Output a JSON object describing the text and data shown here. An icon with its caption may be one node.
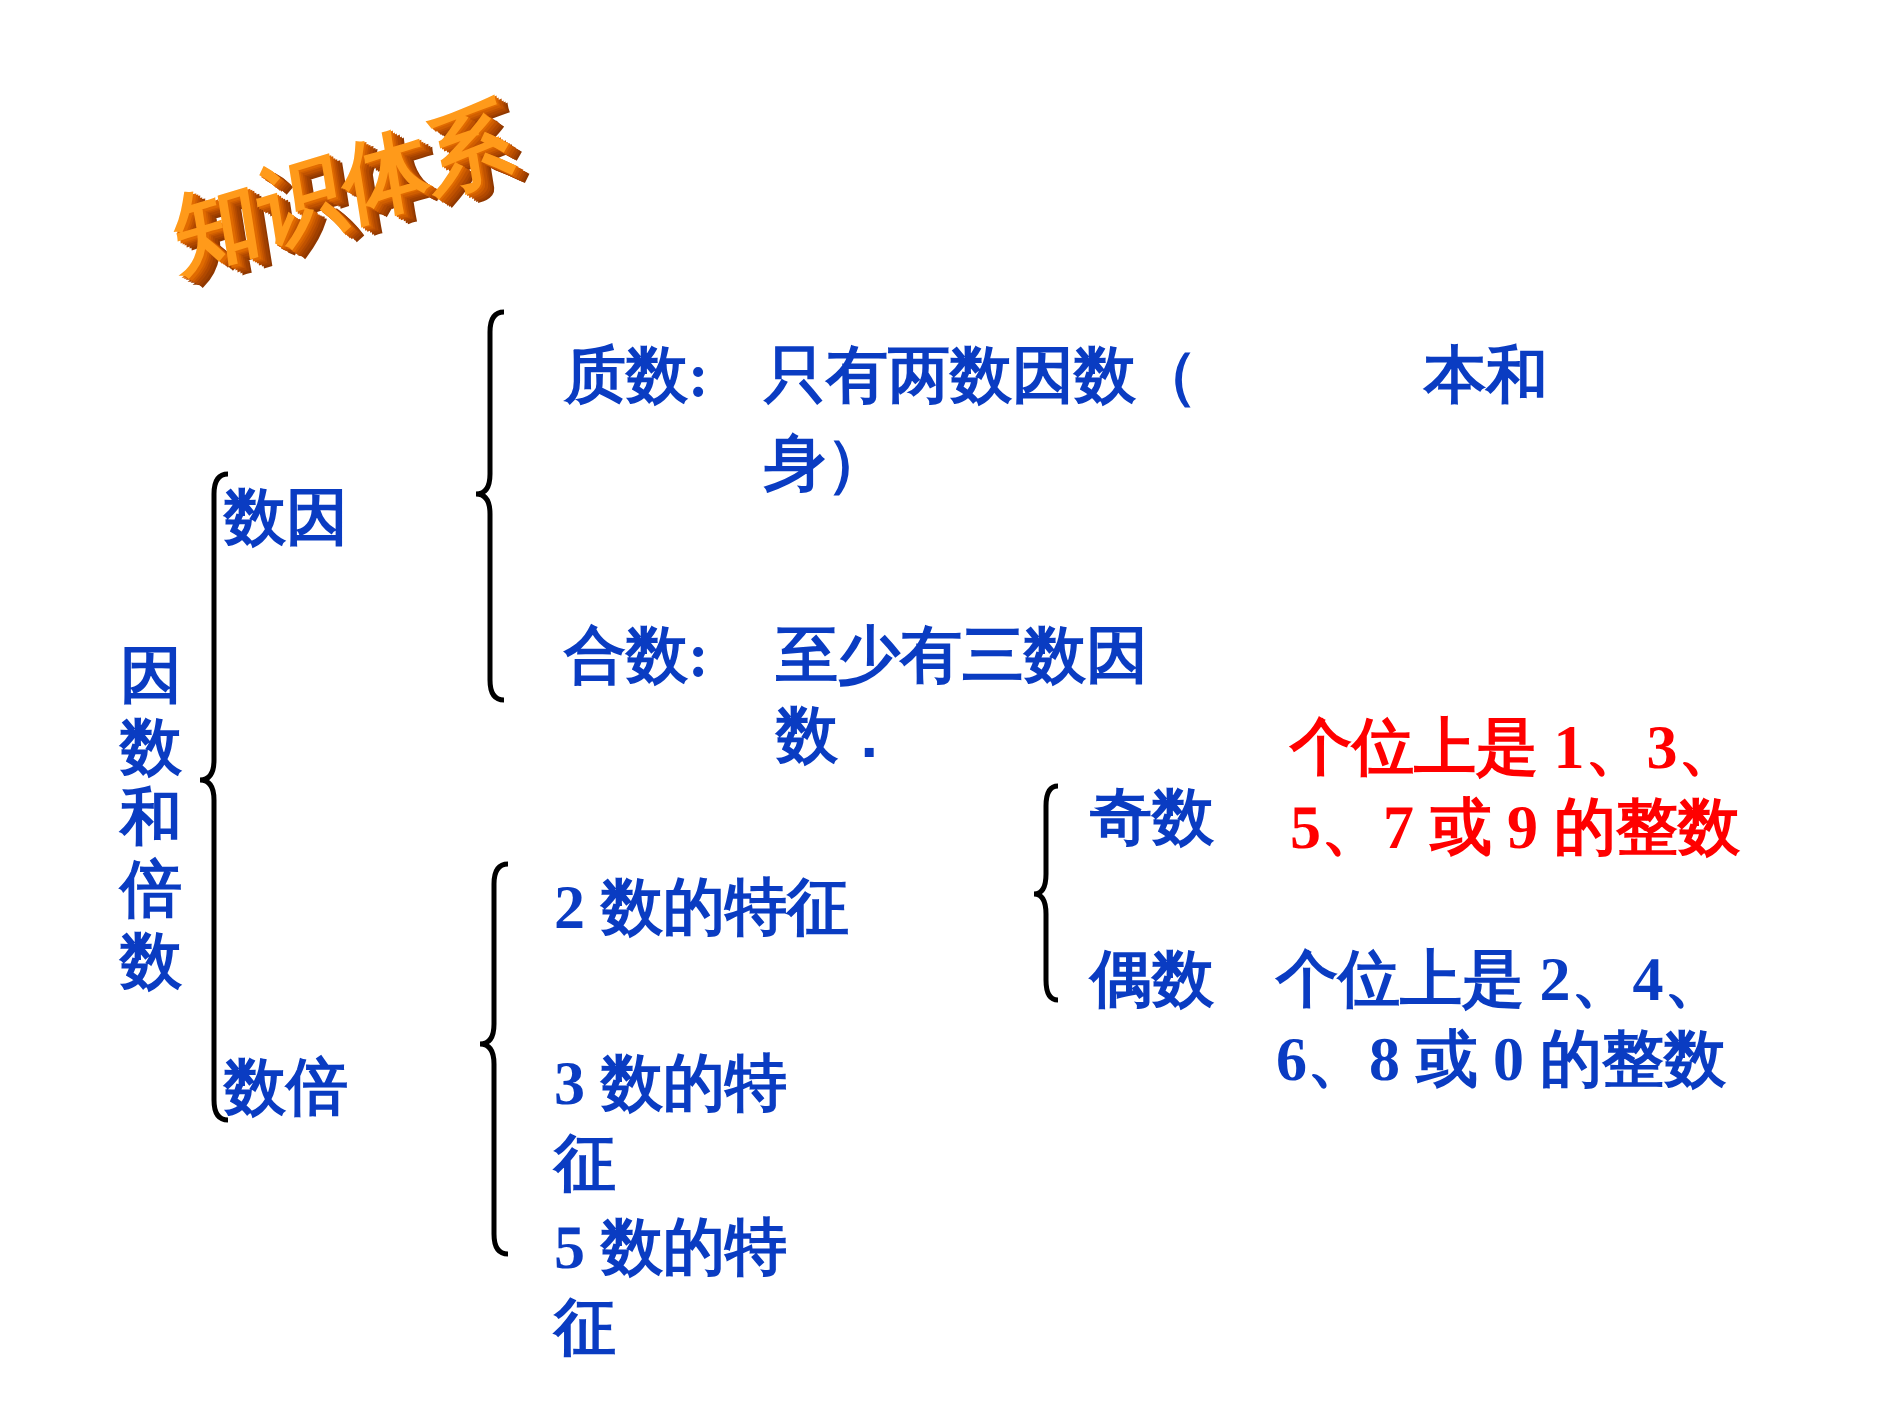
{
  "diagram": {
    "title": "知识体系",
    "labels": [
      "因数和倍数",
      "数因",
      "质数:",
      "只有两数因数（",
      "本和",
      "身）",
      "合数:",
      "至少有三数因数．",
      "数倍",
      "2 数的特征",
      "奇数",
      "个位上是 1、3、5、7 或 9 的整数",
      "偶数",
      "个位上是 2、4、6、8 或 0 的整数",
      "3 数的特征",
      "5 数的特征"
    ]
  }
}
